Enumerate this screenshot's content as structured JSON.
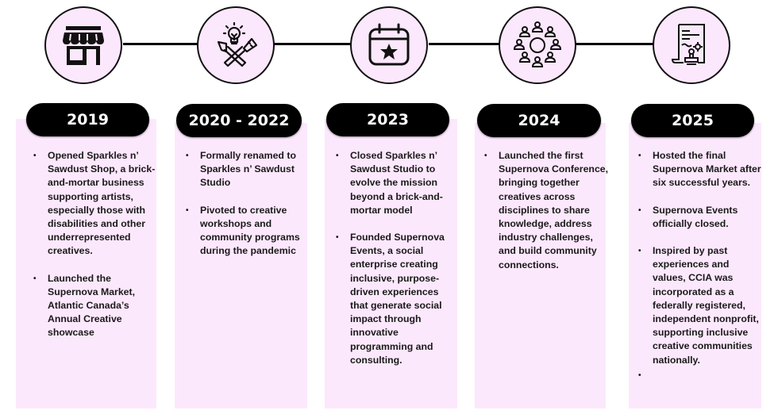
{
  "timeline": {
    "accent_color": "#fce8fc",
    "line_color": "#000000",
    "milestones": [
      {
        "year": "2019",
        "icon": "storefront-icon",
        "bullets": [
          "Opened Sparkles n’ Sawdust Shop, a brick-and-mortar business supporting artists, especially those with disabilities and other underrepresented creatives.",
          "Launched the Supernova Market, Atlantic Canada’s Annual Creative showcase"
        ]
      },
      {
        "year": "2020 - 2022",
        "icon": "lightbulb-paintbrush-icon",
        "bullets": [
          "Formally renamed to Sparkles n’ Sawdust Studio",
          "Pivoted to creative workshops and community programs during the pandemic"
        ]
      },
      {
        "year": "2023",
        "icon": "calendar-star-icon",
        "bullets": [
          "Closed Sparkles n’ Sawdust Studio to evolve the mission beyond a brick-and-mortar model",
          "Founded Supernova Events, a social enterprise creating inclusive, purpose-driven experiences that generate social impact through innovative programming and consulting."
        ]
      },
      {
        "year": "2024",
        "icon": "community-people-icon",
        "bullets": [
          "Launched the first Supernova Conference, bringing together creatives across disciplines to share knowledge, address industry challenges, and build community connections."
        ]
      },
      {
        "year": "2025",
        "icon": "certificate-stamp-icon",
        "bullets": [
          "Hosted the final Supernova Market after six successful years.",
          "Supernova Events officially closed.",
          "Inspired by past experiences and values, CCIA was incorporated as a federally registered, independent nonprofit, supporting inclusive creative communities nationally.",
          ""
        ]
      }
    ]
  }
}
